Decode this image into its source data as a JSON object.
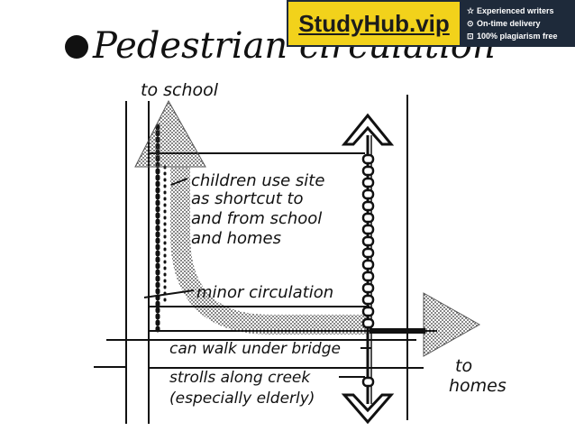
{
  "title": "Pedestrian circulation",
  "labels": {
    "to_school": "to school",
    "shortcut": [
      "children use site",
      "as shortcut to",
      "and from school",
      "and homes"
    ],
    "minor": "minor circulation",
    "bridge": "can walk under bridge",
    "creek": [
      "strolls along creek",
      "(especially elderly)"
    ],
    "to_homes": [
      "to",
      "homes"
    ]
  },
  "banner": {
    "brand": "StudyHub.vip",
    "features": [
      {
        "icon": "star-icon",
        "glyph": "☆",
        "text": "Experienced writers"
      },
      {
        "icon": "clock-icon",
        "glyph": "⊙",
        "text": "On-time delivery"
      },
      {
        "icon": "certificate-icon",
        "glyph": "⊡",
        "text": "100% plagiarism free"
      }
    ],
    "colors": {
      "background": "#1e2a3a",
      "logo": "#f2d21b"
    }
  }
}
